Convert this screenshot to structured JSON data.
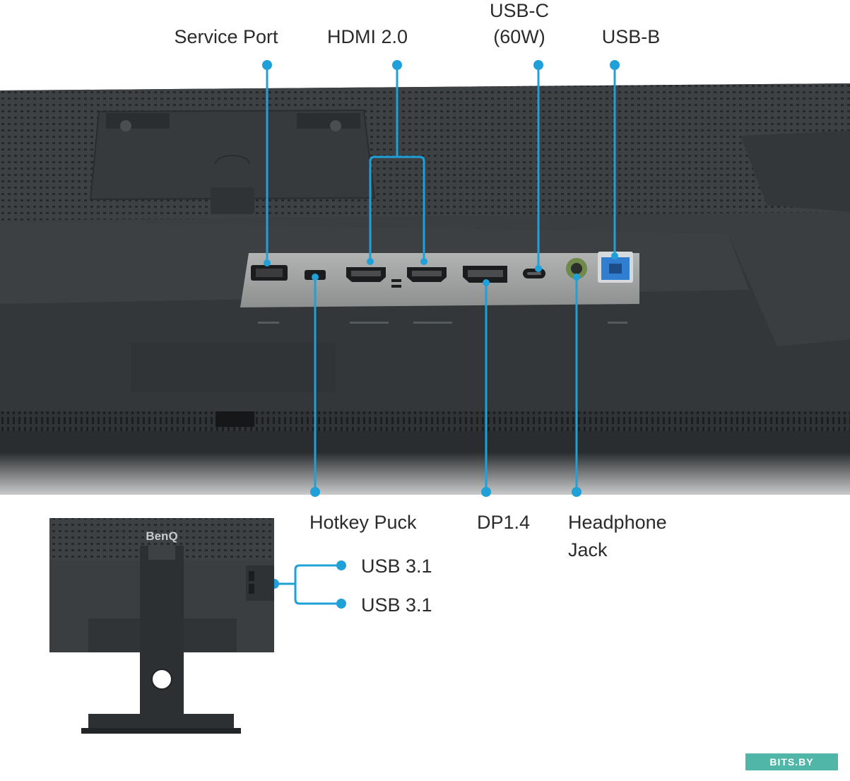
{
  "labels": {
    "service_port": "Service Port",
    "hdmi": "HDMI 2.0",
    "usbc_line1": "USB-C",
    "usbc_line2": "(60W)",
    "usbb": "USB-B",
    "hotkey_puck": "Hotkey Puck",
    "dp": "DP1.4",
    "headphone_line1": "Headphone",
    "headphone_line2": "Jack",
    "usb31_top": "USB 3.1",
    "usb31_bottom": "USB 3.1"
  },
  "monitor_logo": "BenQ",
  "watermark": "BITS.BY",
  "colors": {
    "callout": "#1fa0d8",
    "housing": "#3b3f41",
    "housing_dark": "#2f3335",
    "port_panel": "#9a9c9c",
    "usb_blue": "#2f7ed0",
    "audio_green": "#6f8a4a"
  }
}
